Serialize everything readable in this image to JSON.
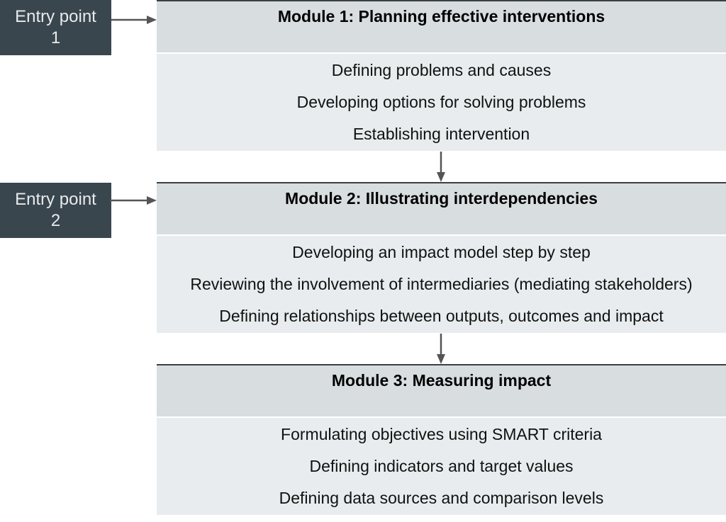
{
  "entry_points": [
    {
      "line1": "Entry point",
      "line2": "1"
    },
    {
      "line1": "Entry point",
      "line2": "2"
    }
  ],
  "modules": [
    {
      "title": "Module 1: Planning effective interventions",
      "items": [
        "Defining problems and causes",
        "Developing options for solving problems",
        "Establishing intervention"
      ]
    },
    {
      "title": "Module 2: Illustrating interdependencies",
      "items": [
        "Developing an impact model step by step",
        "Reviewing the involvement of intermediaries (mediating stakeholders)",
        "Defining relationships between outputs, outcomes and impact"
      ]
    },
    {
      "title": "Module 3: Measuring impact",
      "items": [
        "Formulating objectives using SMART criteria",
        "Defining indicators and target values",
        "Defining data sources and comparison levels"
      ]
    }
  ],
  "colors": {
    "entry_bg": "#3a464d",
    "module_header_bg": "#d8dde0",
    "module_body_bg": "#e8ecee",
    "arrow": "#555555"
  }
}
